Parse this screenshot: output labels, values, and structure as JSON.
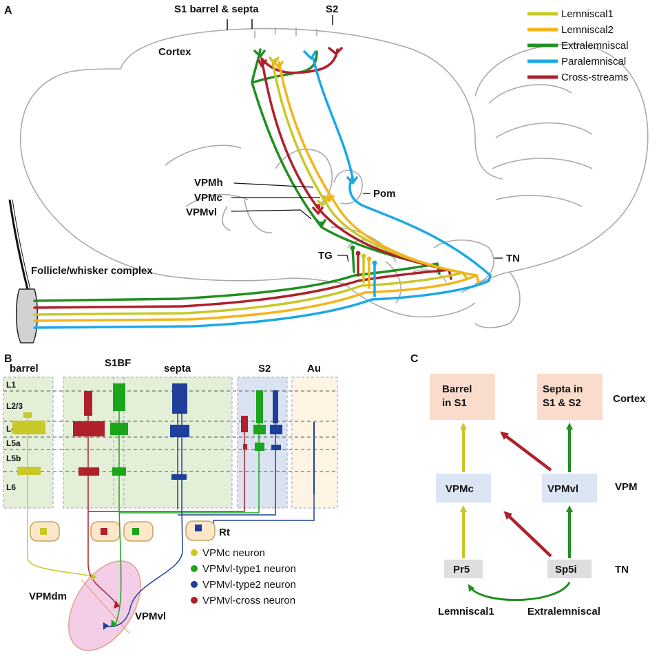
{
  "colors": {
    "lemniscal1": "#c8c828",
    "lemniscal2": "#f4b41a",
    "extralemniscal": "#1f8f1f",
    "paralemniscal": "#1aa9e6",
    "cross": "#b0202a",
    "type2": "#1f3f9a",
    "cortex_box": "#f9dccb",
    "vpm_box": "#dbe5f4",
    "tn_box": "#dedede",
    "layer_green": "#e4efd8",
    "layer_blue": "#dbe2f1",
    "layer_au": "#fdf4e4",
    "rt_fill": "#fde7cb",
    "vpm_ellipse": "#f4cde6"
  },
  "panelA": {
    "panel_label": "A",
    "labels": {
      "s1": "S1 barrel & septa",
      "s2": "S2",
      "cortex": "Cortex",
      "vpmh": "VPMh",
      "vpmc": "VPMc",
      "vpmvl": "VPMvl",
      "pom": "Pom",
      "tg": "TG",
      "tn": "TN",
      "follicle": "Follicle/whisker complex"
    },
    "legend": [
      {
        "name": "Lemniscal1",
        "color": "#c8c828"
      },
      {
        "name": "Lemniscal2",
        "color": "#f4b41a"
      },
      {
        "name": "Extralemniscal",
        "color": "#1f8f1f"
      },
      {
        "name": "Paralemniscal",
        "color": "#1aa9e6"
      },
      {
        "name": "Cross-streams",
        "color": "#b0202a"
      }
    ]
  },
  "panelB": {
    "panel_label": "B",
    "columns": {
      "barrel": "barrel",
      "s1bf": "S1BF",
      "septa": "septa",
      "s2": "S2",
      "au": "Au"
    },
    "layers": [
      "L1",
      "L2/3",
      "L4",
      "L5a",
      "L5b",
      "L6"
    ],
    "rt": "Rt",
    "vpmdm": "VPMdm",
    "vpmvl": "VPMvl",
    "legend": [
      {
        "name": "VPMc neuron",
        "color": "#c8c828"
      },
      {
        "name": "VPMvl-type1 neuron",
        "color": "#1f8f1f"
      },
      {
        "name": "VPMvl-type2 neuron",
        "color": "#1f3f9a"
      },
      {
        "name": "VPMvl-cross neuron",
        "color": "#b0202a"
      }
    ]
  },
  "panelC": {
    "panel_label": "C",
    "barrel_line1": "Barrel",
    "barrel_line2": "in S1",
    "septa_line1": "Septa in",
    "septa_line2": "S1 & S2",
    "cortex": "Cortex",
    "vpmc": "VPMc",
    "vpmvl": "VPMvl",
    "vpm": "VPM",
    "pr5": "Pr5",
    "sp5i": "Sp5i",
    "tn": "TN",
    "lemniscal1": "Lemniscal1",
    "extralemniscal": "Extralemniscal"
  }
}
